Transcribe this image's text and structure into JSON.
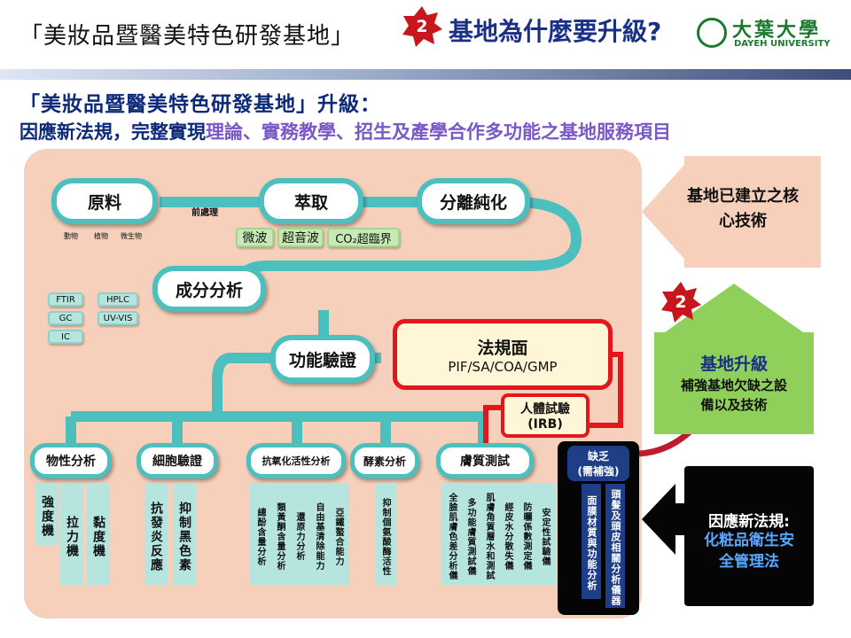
{
  "header": {
    "title": "「美妝品暨醫美特色研發基地」",
    "step_number": "2",
    "question": "基地為什麼要升級?",
    "logo_name": "大葉大學",
    "logo_sub": "DAYEH UNIVERSITY"
  },
  "heading": {
    "line1": "「美妝品暨醫美特色研發基地」升級：",
    "line2_prefix": "因應新法規，完整實現",
    "line2_highlight": "理論、實務教學、招生及產學合作多功能之基地服務項目"
  },
  "process": {
    "raw_material": "原料",
    "pretreatment": "前處理",
    "extraction": "萃取",
    "separation": "分離純化",
    "sources": [
      "動物",
      "植物",
      "微生物"
    ],
    "extraction_methods": [
      "微波",
      "超音波",
      "CO₂超臨界"
    ],
    "composition": "成分分析",
    "instruments": [
      "FTIR",
      "HPLC",
      "GC",
      "UV-VIS",
      "IC"
    ],
    "functional": "功能驗證"
  },
  "regulation": {
    "title": "法規面",
    "items": "PIF/SA/COA/GMP",
    "human_trial": "人體試驗",
    "irb": "(IRB)"
  },
  "categories": [
    {
      "label": "物性分析",
      "items": [
        "強度機",
        "拉力機",
        "黏度機"
      ]
    },
    {
      "label": "細胞驗證",
      "items": [
        "抗發炎反應",
        "抑制黑色素"
      ]
    },
    {
      "label": "抗氧化活性分析",
      "items": [
        "總酚含量分析",
        "類黃酮含量分析",
        "還原力分析",
        "自由基清除能力",
        "亞鐵螯合能力"
      ]
    },
    {
      "label": "酵素分析",
      "items": [
        "抑制個氨酸酶活性"
      ]
    },
    {
      "label": "膚質測試",
      "items": [
        "全臉肌膚色差分析儀",
        "多功能膚質測試儀",
        "肌膚角質層水和測試",
        "經皮水分散失儀",
        "防曬係數測定儀",
        "安定性試驗儀"
      ]
    }
  ],
  "lacking": {
    "title": "缺乏",
    "subtitle": "(需補強)",
    "items": [
      "面膜材質與功能分析",
      "頭髮及頭皮相關分析儀器"
    ]
  },
  "right": {
    "established": "基地已建立之核心技術",
    "step_number": "2",
    "upgrade_title": "基地升級",
    "upgrade_desc": "補強基地欠缺之設備以及技術",
    "new_reg_label": "因應新法規:",
    "new_reg_law": "化粧品衛生安全管理法"
  },
  "colors": {
    "teal": "#4cc0be",
    "panel": "#f7d0bb",
    "navy": "#0d2a7a",
    "red": "#e2161b",
    "green": "#8fd05a"
  }
}
